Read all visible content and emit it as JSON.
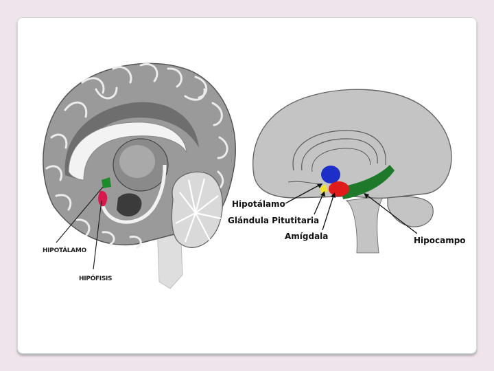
{
  "left_diagram": {
    "labels": {
      "hypothalamus": "HIPOTÁLAMO",
      "pituitary": "HIPÓFISIS"
    }
  },
  "right_diagram": {
    "labels": {
      "hypothalamus": "Hipotálamo",
      "pituitary": "Glándula Pitutitaria",
      "amygdala": "Amígdala",
      "hippocampus": "Hipocampo"
    },
    "colors": {
      "hypothalamus": "#1e2fc9",
      "amygdala": "#e01b1b",
      "pituitary": "#f2e230",
      "hippocampus": "#1e7a2a",
      "brain": "#c4c4c4"
    }
  }
}
